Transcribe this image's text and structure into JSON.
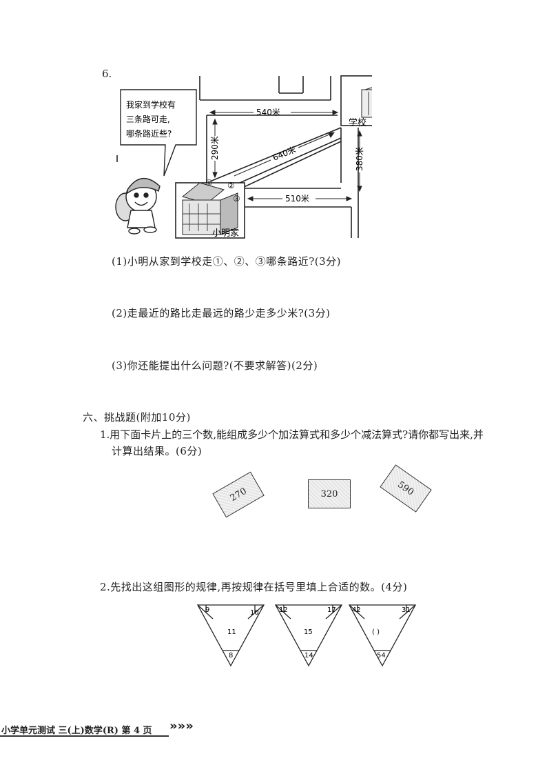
{
  "problem6": {
    "number": "6.",
    "speech_line1": "我家到学校有",
    "speech_line2": "三条路可走,",
    "speech_line3": "哪条路近些?",
    "label_school": "学校",
    "label_home": "小明家",
    "dist_top": "540米",
    "dist_left": "290米",
    "dist_diag": "640米",
    "dist_right": "380米",
    "dist_bottom": "510米",
    "route1": "①",
    "route2": "②",
    "route3": "③",
    "q1": "(1)小明从家到学校走①、②、③哪条路近?(3分)",
    "q2": "(2)走最近的路比走最远的路少走多少米?(3分)",
    "q3": "(3)你还能提出什么问题?(不要求解答)(2分)"
  },
  "section6": {
    "title": "六、挑战题(附加10分)",
    "p1_line1": "1.用下面卡片上的三个数,能组成多少个加法算式和多少个减法算式?请你都写出来,并",
    "p1_line2": "计算出结果。(6分)",
    "cards": [
      "270",
      "320",
      "590"
    ],
    "p2": "2.先找出这组图形的规律,再按规律在括号里填上合适的数。(4分)",
    "triangles": [
      {
        "left": "9",
        "right": "10",
        "center": "11",
        "bottom": "8"
      },
      {
        "left": "12",
        "right": "17",
        "center": "15",
        "bottom": "14"
      },
      {
        "left": "42",
        "right": "31",
        "center": "(    )",
        "bottom": "54"
      }
    ]
  },
  "footer": {
    "text": "小学单元测试  三(上)数学(R)  第 4 页",
    "arrow": "»»»"
  }
}
